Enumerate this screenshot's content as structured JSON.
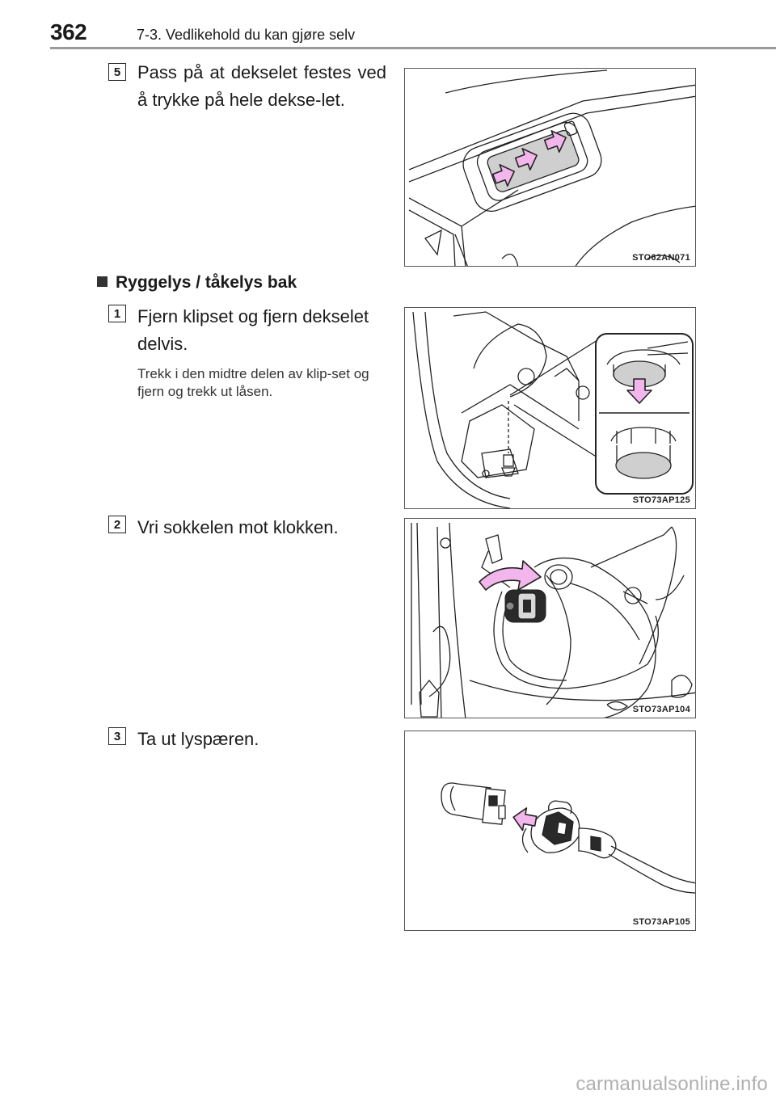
{
  "header": {
    "page_number": "362",
    "chapter_title": "7-3. Vedlikehold du kan gjøre selv"
  },
  "steps_top": [
    {
      "number": "5",
      "text": "Pass på at dekselet festes ved å trykke på hele dekse-let.",
      "figure_code": "STO62AN071"
    }
  ],
  "section": {
    "title": "Ryggelys / tåkelys bak",
    "steps": [
      {
        "number": "1",
        "text": "Fjern klipset og fjern dekselet delvis.",
        "note": "Trekk i den midtre delen av klip-set og fjern og trekk ut låsen.",
        "figure_code": "STO73AP125"
      },
      {
        "number": "2",
        "text": "Vri sokkelen mot klokken.",
        "figure_code": "STO73AP104"
      },
      {
        "number": "3",
        "text": "Ta ut lyspæren.",
        "figure_code": "STO73AP105"
      }
    ]
  },
  "watermark": "carmanualsonline.info",
  "colors": {
    "arrow": "#f2b6ec",
    "rule": "#9a9a9a",
    "line": "#222222"
  }
}
